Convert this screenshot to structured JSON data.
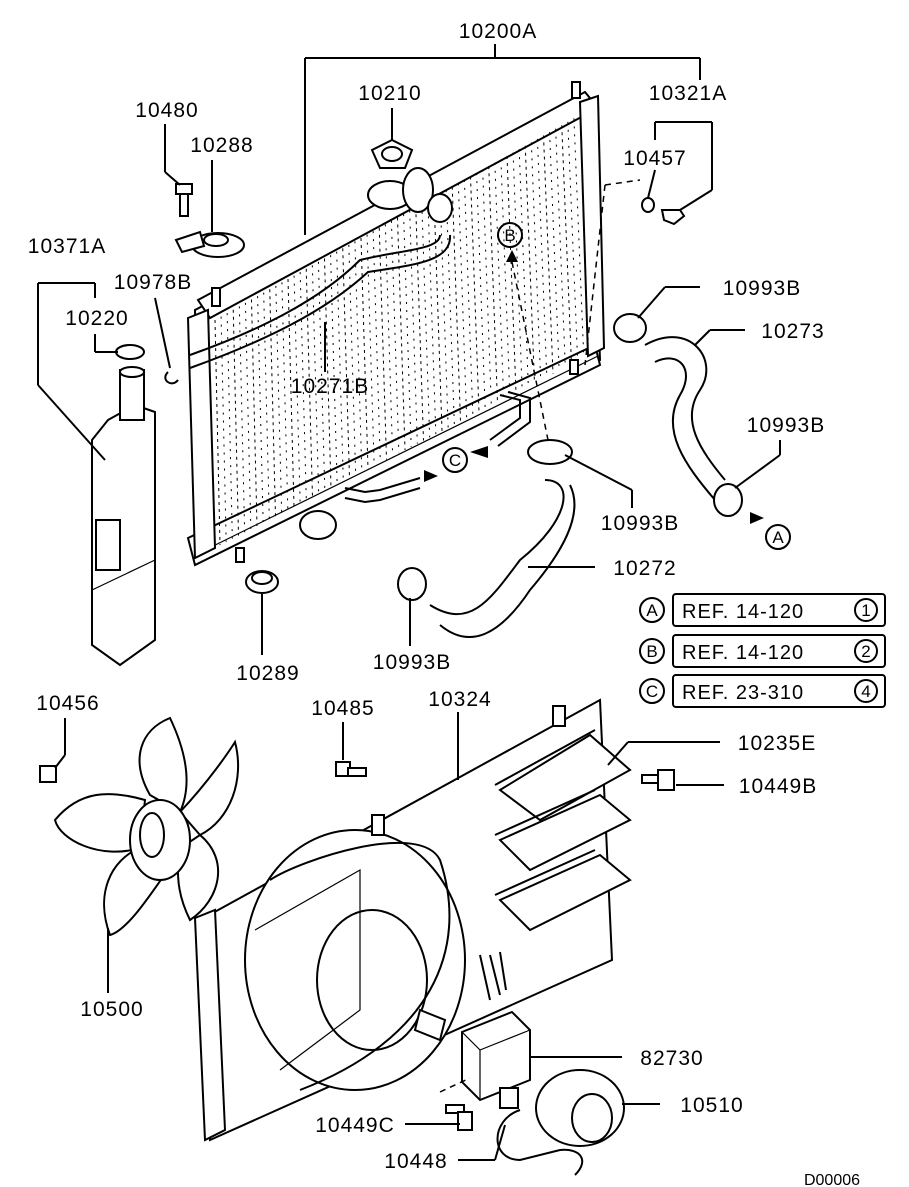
{
  "assembly_label": "10200A",
  "parts": {
    "p10210": "10210",
    "p10321A": "10321A",
    "p10480": "10480",
    "p10288": "10288",
    "p10457": "10457",
    "p10371A": "10371A",
    "p10978B": "10978B",
    "p10220": "10220",
    "p10993B_top": "10993B",
    "p10273": "10273",
    "p10271B": "10271B",
    "p10993B_right": "10993B",
    "p10993B_mid": "10993B",
    "p10272": "10272",
    "p10289": "10289",
    "p10993B_low": "10993B",
    "p10456": "10456",
    "p10485": "10485",
    "p10324": "10324",
    "p10235E": "10235E",
    "p10449B": "10449B",
    "p10500": "10500",
    "p82730": "82730",
    "p10510": "10510",
    "p10449C": "10449C",
    "p10448": "10448"
  },
  "connectors": {
    "A": "A",
    "B": "B",
    "C": "C"
  },
  "references": [
    {
      "letter": "A",
      "text": "REF. 14-120",
      "num": "1"
    },
    {
      "letter": "B",
      "text": "REF. 14-120",
      "num": "2"
    },
    {
      "letter": "C",
      "text": "REF. 23-310",
      "num": "4"
    }
  ],
  "diagram_code": "D00006"
}
